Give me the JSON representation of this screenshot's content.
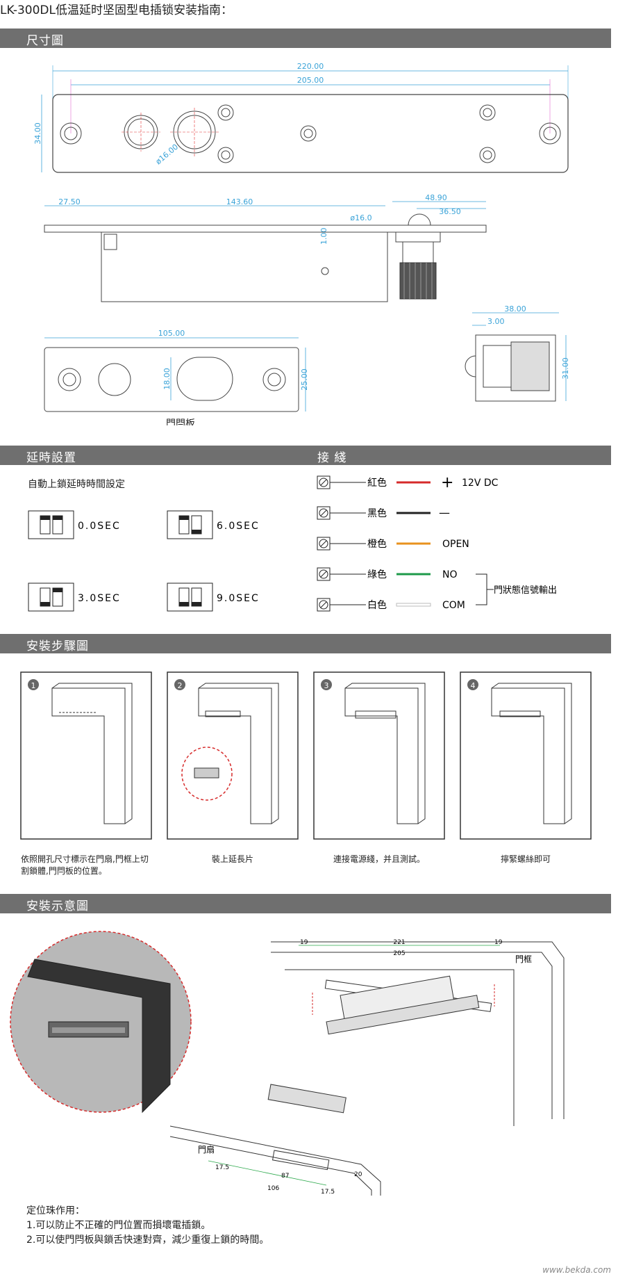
{
  "title": "LK-300DL低温延时坚固型电插锁安装指南：",
  "sections": {
    "dimensions": "尺寸圖",
    "delay": "延時設置",
    "wiring": "接 綫",
    "steps": "安裝步驟圖",
    "diagram": "安裝示意圖"
  },
  "dimensions": {
    "top_view": {
      "overall": "220.00",
      "hole_spacing": "205.00",
      "height": "34.00",
      "hole_dia": "ø16.00"
    },
    "side_view": {
      "left_offset": "27.50",
      "body_length": "143.60",
      "right_a": "48.90",
      "right_b": "36.50",
      "bolt_dia": "ø16.0",
      "thickness": "1.00"
    },
    "strike_plate": {
      "length": "105.00",
      "height": "25.00",
      "slot_height": "18.00",
      "label": "門閂板"
    },
    "end_view": {
      "width": "38.00",
      "offset": "3.00",
      "height": "31.00"
    }
  },
  "delay": {
    "subtitle": "自動上鎖延時時間設定",
    "options": [
      "0.0SEC",
      "6.0SEC",
      "3.0SEC",
      "9.0SEC"
    ]
  },
  "wiring": {
    "wires": [
      {
        "color_name": "紅色",
        "hex": "#d62a2a",
        "signal": "12V DC",
        "symbol": "+"
      },
      {
        "color_name": "黑色",
        "hex": "#222222",
        "signal": "",
        "symbol": "—"
      },
      {
        "color_name": "橙色",
        "hex": "#e8921e",
        "signal": "OPEN",
        "symbol": ""
      },
      {
        "color_name": "綠色",
        "hex": "#1e9a4a",
        "signal": "NO",
        "symbol": ""
      },
      {
        "color_name": "白色",
        "hex": "#e8e8e8",
        "signal": "COM",
        "symbol": ""
      }
    ],
    "status_label": "門狀態信號輸出"
  },
  "steps": [
    {
      "num": "1",
      "caption": "依照開孔尺寸標示在門扇,門框上切割鎖體,門閂板的位置。"
    },
    {
      "num": "2",
      "caption": "裝上延長片"
    },
    {
      "num": "3",
      "caption": "連接電源綫，并且測試。"
    },
    {
      "num": "4",
      "caption": "擰緊螺絲即可"
    }
  ],
  "install": {
    "frame_label": "門框",
    "leaf_label": "門扇",
    "frame_dims": [
      "19",
      "221",
      "205",
      "19"
    ],
    "leaf_dims": [
      "17.5",
      "87",
      "106",
      "17.5",
      "20"
    ]
  },
  "notes": {
    "heading": "定位珠作用：",
    "lines": [
      "1.可以防止不正確的門位置而損壞電插鎖。",
      "2.可以使門閂板與鎖舌快速對齊，減少重復上鎖的時間。"
    ]
  },
  "watermark": "www.bekda.com"
}
